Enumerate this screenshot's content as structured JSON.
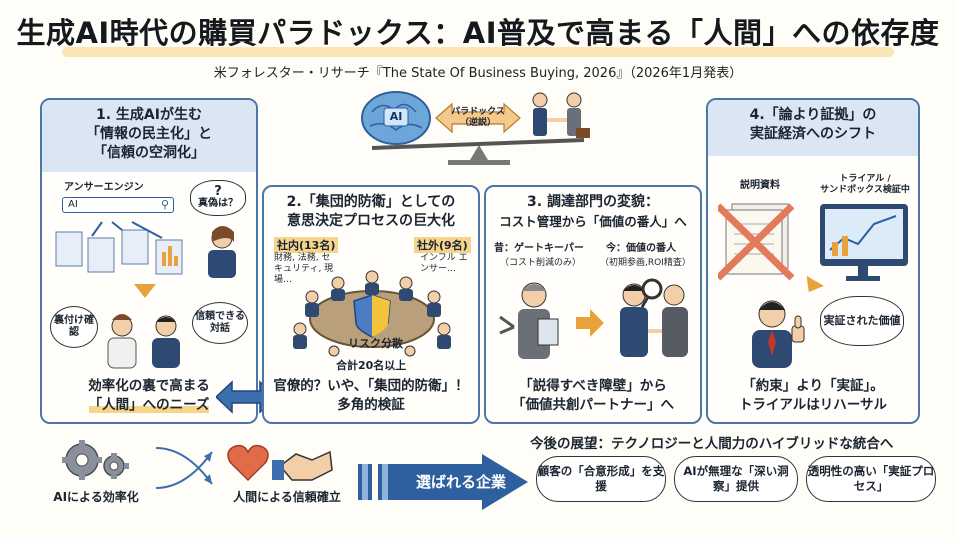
{
  "header": {
    "title": "生成AI時代の購買パラドックス：AI普及で高まる「人間」への依存度",
    "subtitle": "米フォレスター・リサーチ『The State Of Business Buying, 2026』（2026年1月発表）"
  },
  "center": {
    "brain_label": "AI",
    "paradox_label_1": "パラドックス",
    "paradox_label_2": "（逆説）"
  },
  "panel1": {
    "title_1": "1. 生成AIが生む",
    "title_2": "「情報の民主化」と",
    "title_3": "「信頼の空洞化」",
    "answer_engine": "アンサーエンジン",
    "search_text": "AI",
    "question": "真偽は？",
    "bubble_left": "裏付け確認",
    "bubble_right": "信頼できる対話",
    "bottom_1": "効率化の裏で高まる",
    "bottom_2": "「人間」へのニーズ"
  },
  "panel2": {
    "title_1": "2.「集団的防衛」としての",
    "title_2": "意思決定プロセスの巨大化",
    "internal_label": "社内(13名)",
    "internal_desc": "財務, 法務, セキュリティ, 現場…",
    "external_label": "社外(9名)",
    "external_desc": "インフル エンサー…",
    "shield_label": "リスク分散",
    "total": "合計20名以上",
    "bottom_1": "官僚的？いや、「集団的防衛」！",
    "bottom_2": "多角的検証"
  },
  "panel3": {
    "title_1": "3. 調達部門の変貌：",
    "title_2": "コスト管理から「価値の番人」へ",
    "past_label": "昔：ゲートキーパー",
    "past_sub": "（コスト削減のみ）",
    "now_label": "今：価値の番人",
    "now_sub": "（初期参画,ROI精査）",
    "bottom_1": "「説得すべき障壁」から",
    "bottom_2": "「価値共創パートナー」へ"
  },
  "panel4": {
    "title_1": "4.「論より証拠」の",
    "title_2": "実証経済へのシフト",
    "doc_label": "説明資料",
    "trial_label_1": "トライアル /",
    "trial_label_2": "サンドボックス検証中",
    "bubble": "実証された価値",
    "bottom_1": "「約束」より「実証」。",
    "bottom_2": "トライアルはリハーサル"
  },
  "footer": {
    "ai_efficiency": "AIによる効率化",
    "human_trust": "人間による信頼確立",
    "arrow_label": "選ばれる企業",
    "outlook_title": "今後の展望：テクノロジーと人間力のハイブリッドな統合へ",
    "pills": [
      "顧客の「合意形成」を支援",
      "AIが無理な「深い洞察」提供",
      "透明性の高い「実証プロセス」"
    ]
  },
  "colors": {
    "panel_border": "#4a76a8",
    "accent_blue": "#2e5f9e",
    "highlight": "#f6d58a",
    "arrow_orange": "#e9a23b"
  }
}
